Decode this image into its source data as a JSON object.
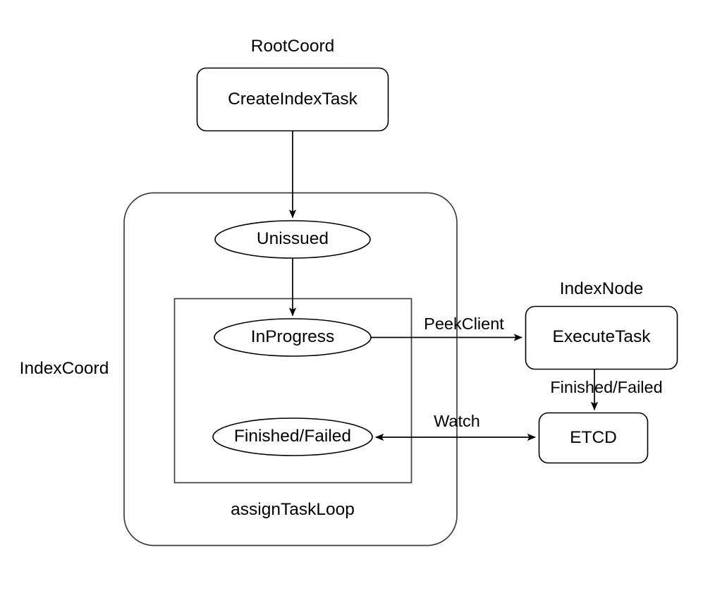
{
  "diagram": {
    "title_nodes": {
      "root_coord": "RootCoord",
      "index_coord": "IndexCoord",
      "index_node": "IndexNode",
      "assign_task_loop": "assignTaskLoop"
    },
    "boxes": {
      "create_index_task": "CreateIndexTask",
      "execute_task": "ExecuteTask",
      "etcd": "ETCD"
    },
    "states": {
      "unissued": "Unissued",
      "in_progress": "InProgress",
      "finished_failed": "Finished/Failed"
    },
    "edge_labels": {
      "peek_client": "PeekClient",
      "finished_failed": "Finished/Failed",
      "watch": "Watch"
    },
    "colors": {
      "stroke": "#000000",
      "group_stroke": "#3f3f3f",
      "text": "#000000",
      "background": "#ffffff"
    }
  }
}
